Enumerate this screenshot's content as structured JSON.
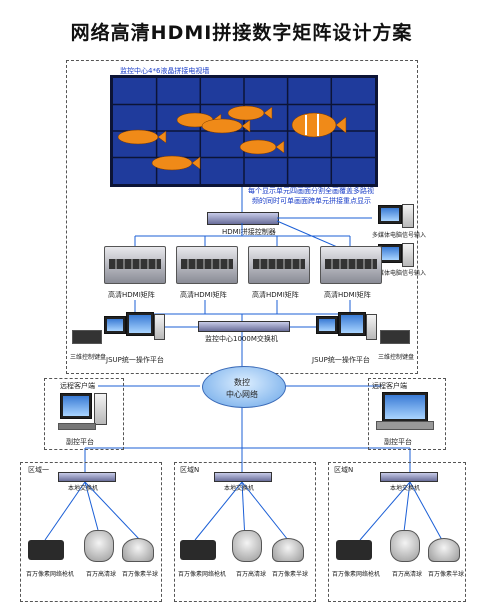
{
  "title": "网络高清HDMI拼接数字矩阵设计方案",
  "video_wall": {
    "label": "监控中心4*6液晶拼接电视墙",
    "note_line1": "每个显示单元四画面分割全画覆盖多路视",
    "note_line2": "频的同时可单画面跨单元拼接重点显示"
  },
  "controller": {
    "label": "HDMI拼接控制器"
  },
  "matrices": [
    {
      "label": "高清HDMI矩阵"
    },
    {
      "label": "高清HDMI矩阵"
    },
    {
      "label": "高清HDMI矩阵"
    },
    {
      "label": "高清HDMI矩阵"
    }
  ],
  "inputs": [
    {
      "label": "多媒体电脑信号输入"
    },
    {
      "label": "多媒体电脑信号输入"
    }
  ],
  "core_switch": {
    "label": "监控中心1000M交换机"
  },
  "keyboards": [
    {
      "label": "三维控制键盘"
    },
    {
      "label": "三维控制键盘"
    }
  ],
  "platforms": [
    {
      "label": "JSUP统一操作平台"
    },
    {
      "label": "JSUP统一操作平台"
    }
  ],
  "network": {
    "line1": "数控",
    "line2": "中心网络"
  },
  "remote_left": {
    "header": "远程客户端",
    "label": "副控平台"
  },
  "remote_right": {
    "header": "远程客户端",
    "label": "副控平台"
  },
  "zones": [
    {
      "label": "区域一",
      "switch": "本地交换机",
      "cams": [
        "百万像素网络枪机",
        "百万高清球",
        "百万像素半球"
      ]
    },
    {
      "label": "区域N",
      "switch": "本地交换机",
      "cams": [
        "百万像素网络枪机",
        "百万高清球",
        "百万像素半球"
      ]
    },
    {
      "label": "区域N",
      "switch": "本地交换机",
      "cams": [
        "百万像素网络枪机",
        "百万高清球",
        "百万像素半球"
      ]
    }
  ],
  "colors": {
    "wall_bg": "#1a2a8a",
    "link": "#1b5fd6",
    "fish": "#f08a18"
  }
}
